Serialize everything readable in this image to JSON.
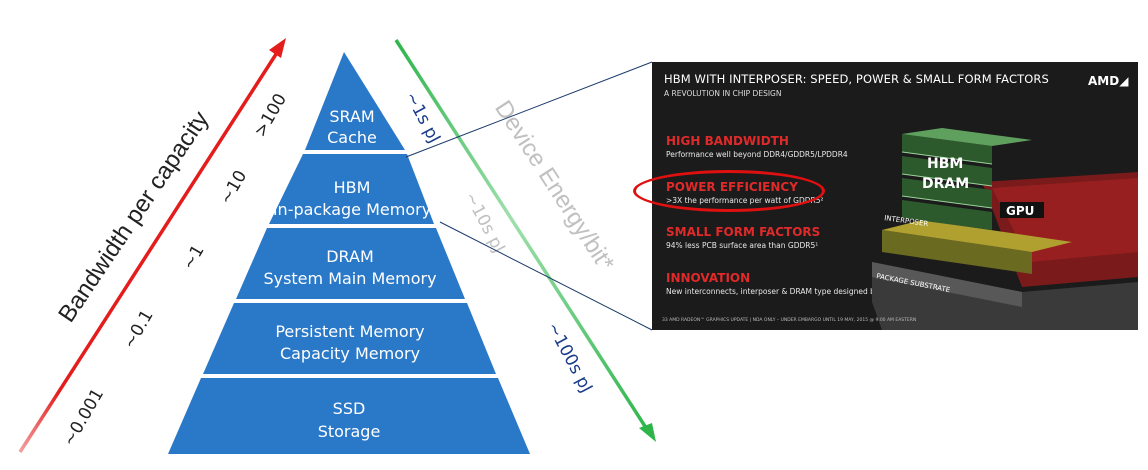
{
  "left_axis_label": "Bandwidth per capacity",
  "right_axis_label": "Device Energy/bit*",
  "tiers": [
    {
      "line1": "SRAM",
      "line2": "Cache",
      "bandwidth": ">100",
      "energy": "~1s pJ"
    },
    {
      "line1": "HBM",
      "line2": "In-package Memory",
      "bandwidth": "~10",
      "energy": "~10s pJ"
    },
    {
      "line1": "DRAM",
      "line2": "System Main Memory",
      "bandwidth": "~1",
      "energy": ""
    },
    {
      "line1": "Persistent Memory",
      "line2": "Capacity Memory",
      "bandwidth": "~0.1",
      "energy": "~100s pJ"
    },
    {
      "line1": "SSD",
      "line2": "Storage",
      "bandwidth": "~0.001",
      "energy": ""
    }
  ],
  "slide": {
    "title": "HBM WITH INTERPOSER: SPEED, POWER & SMALL FORM FACTORS",
    "subtitle": "A REVOLUTION IN CHIP DESIGN",
    "logo": "AMD",
    "features": [
      {
        "title": "HIGH BANDWIDTH",
        "desc": "Performance well beyond DDR4/GDDR5/LPDDR4"
      },
      {
        "title": "POWER EFFICIENCY",
        "desc": ">3X the performance per watt of GDDR5²"
      },
      {
        "title": "SMALL FORM FACTORS",
        "desc": "94% less PCB surface area than GDDR5¹"
      },
      {
        "title": "INNOVATION",
        "desc": "New interconnects, interposer & DRAM type designed by AMD"
      }
    ],
    "chip_labels": {
      "hbm": "HBM",
      "dram": "DRAM",
      "gpu": "GPU",
      "interposer": "INTERPOSER",
      "substrate": "PACKAGE SUBSTRATE"
    },
    "footer": "33  AMD RADEON™ GRAPHICS UPDATE  |  NDA ONLY – UNDER EMBARGO UNTIL 19 MAY, 2015 @ 9:00 AM EASTERN"
  },
  "colors": {
    "tier_fill": "#2a78c8",
    "left_arrow": "#e51c1c",
    "right_arrow": "#2db54a",
    "highlight": "#e01010"
  }
}
